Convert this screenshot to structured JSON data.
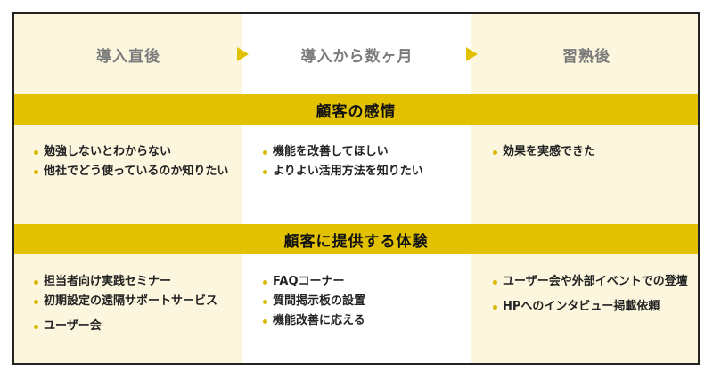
{
  "stages": [
    "導入直後",
    "導入から数ヶ月",
    "習熟後"
  ],
  "sections": {
    "emotion": {
      "title": "顧客の感情",
      "columns": [
        [
          "勉強しないとわからない",
          "他社でどう使っているのか知りたい"
        ],
        [
          "機能を改善してほしい",
          "よりよい活用方法を知りたい"
        ],
        [
          "効果を実感できた"
        ]
      ]
    },
    "experience": {
      "title": "顧客に提供する体験",
      "columns": [
        [
          "担当者向け実践セミナー",
          "初期設定の遠隔サポートサービス",
          "ユーザー会"
        ],
        [
          "FAQコーナー",
          "質問掲示板の設置",
          "機能改善に応える"
        ],
        [
          "ユーザー会や外部イベントでの登壇",
          "HPへのインタビュー掲載依頼"
        ]
      ]
    }
  },
  "colors": {
    "accent": "#e2c200",
    "pale": "#fbf6dd",
    "header_text": "#7a7a7a"
  }
}
